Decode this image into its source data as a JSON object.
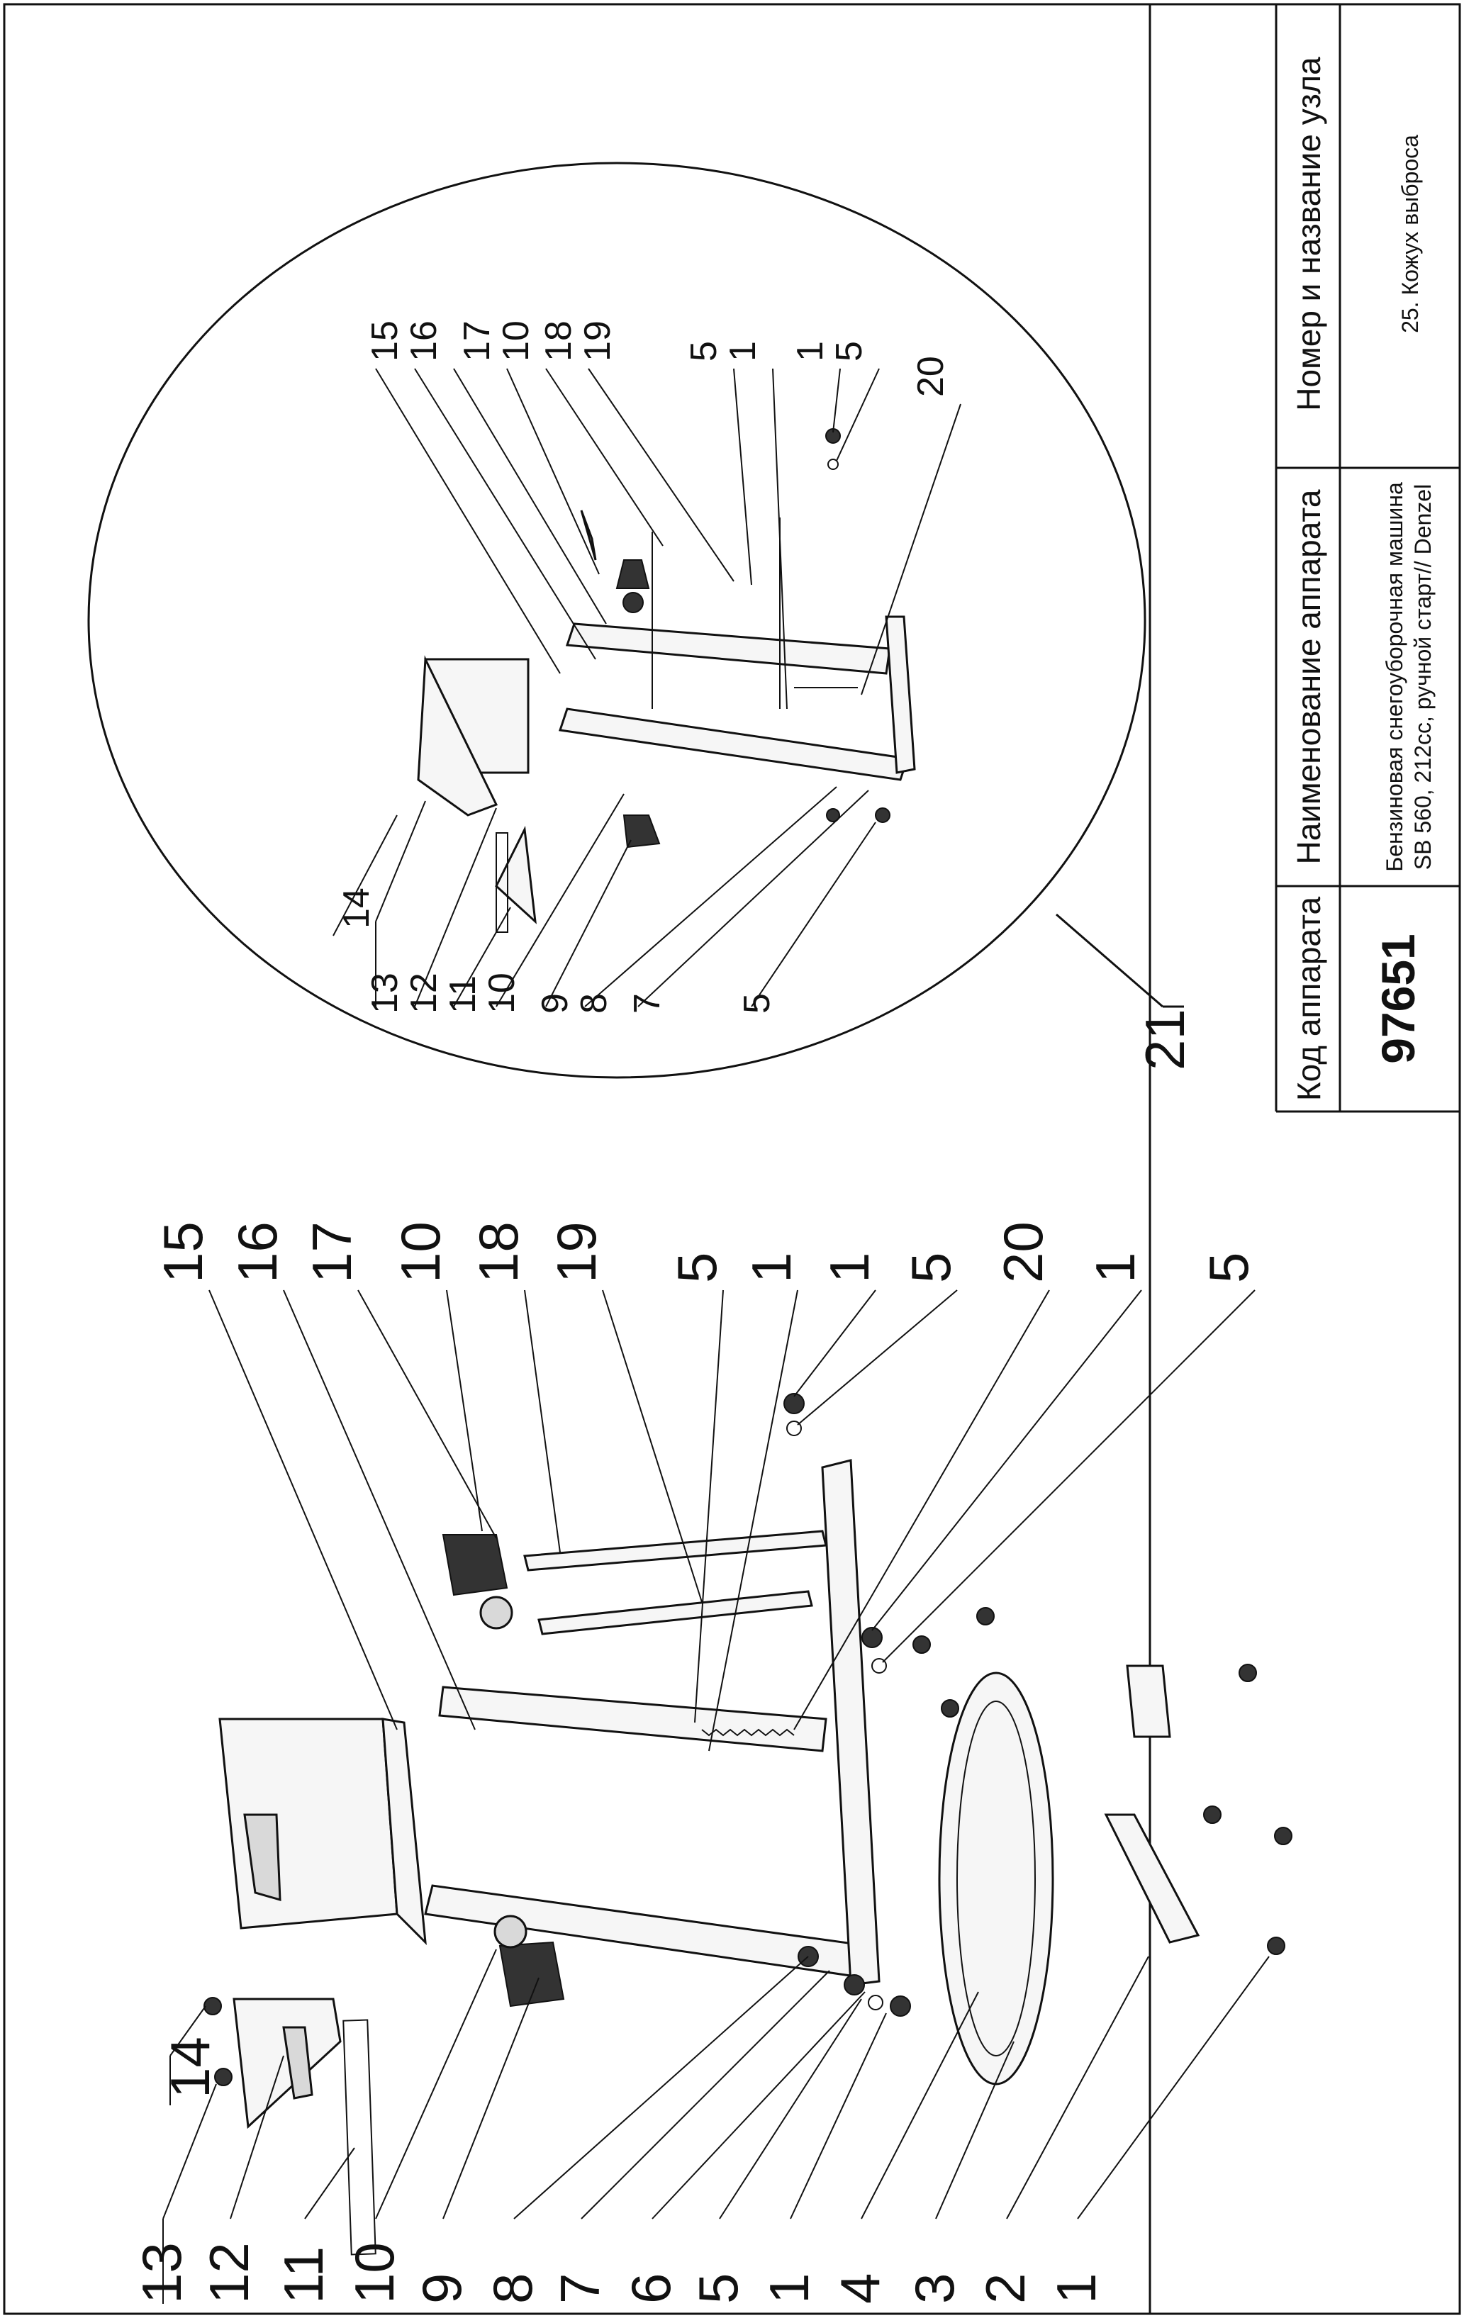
{
  "title_block": {
    "code_header": "Код аппарата",
    "code_value": "97651",
    "name_header": "Наименование аппарата",
    "name_line1": "Бензиновая снегоуборочная машина",
    "name_line2": "SB 560, 212cc, ручной старт// Denzel",
    "node_header": "Номер и название узла",
    "node_value": "25. Кожух выброса"
  },
  "main_callouts_left": [
    "13",
    "12",
    "11",
    "10",
    "9",
    "8",
    "7",
    "6",
    "5",
    "1",
    "4",
    "3",
    "2",
    "1"
  ],
  "main_callouts_top": [
    "14",
    "15",
    "16",
    "17",
    "10",
    "18",
    "19",
    "5",
    "1",
    "1",
    "5",
    "20",
    "1",
    "5"
  ],
  "detail_callouts_left": [
    "13",
    "12",
    "11",
    "10",
    "9",
    "8",
    "7",
    "5"
  ],
  "detail_callouts_top": [
    "14",
    "15",
    "16",
    "17",
    "10",
    "18",
    "19",
    "5",
    "1",
    "1",
    "5",
    "20"
  ],
  "detail_label": "21"
}
